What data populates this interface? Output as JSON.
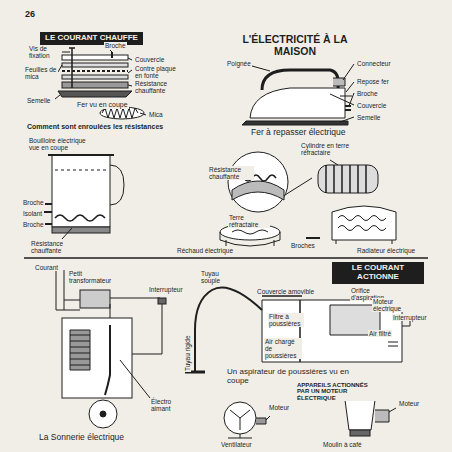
{
  "diagram": {
    "title": "L'ÉLECTRICITÉ À LA MAISON",
    "nodes": [
      {
        "text": [
          "LE COURANT CHAUFFE"
        ]
      },
      {
        "text": [
          "LE COURANT ACTIONNE"
        ]
      }
    ],
    "labels": [
      "26",
      "Vis de fixation",
      "Broche",
      "Couvercle",
      "Contre plaque en fonte",
      "Résistance chauffante",
      "Feuilles de mica",
      "Semelle",
      "Fer vu en coupe",
      "Mica",
      "Comment sont enroulées les résistances",
      "Poignée",
      "Connecteur",
      "Repose fer",
      "Broche",
      "Couvercle",
      "Semelle",
      "Fer à repasser électrique",
      "Bouilloire électrique vue en coupe",
      "Broche",
      "Isolant",
      "Broche",
      "Résistance chauffante",
      "Cylindre en terre réfractaire",
      "Résistance chauffante",
      "Terre réfractaire",
      "Réchaud électrique",
      "Broches",
      "Radiateur électrique",
      "Courant",
      "Petit transformateur",
      "Interrupteur",
      "Électro aimant",
      "La Sonnerie électrique",
      "Tuyau souple",
      "Couvercle amovible",
      "Orifice d'aspiration",
      "Moteur électrique",
      "Interrupteur",
      "Filtre à poussières",
      "Air chargé de poussières",
      "Air filtré",
      "Tuyau rigide",
      "Un aspirateur de poussières vu en coupe",
      "APPAREILS ACTIONNÉS PAR UN MOTEUR ÉLECTRIQUE",
      "Moteur",
      "Ventilateur",
      "Moteur",
      "Moulin à café"
    ]
  }
}
